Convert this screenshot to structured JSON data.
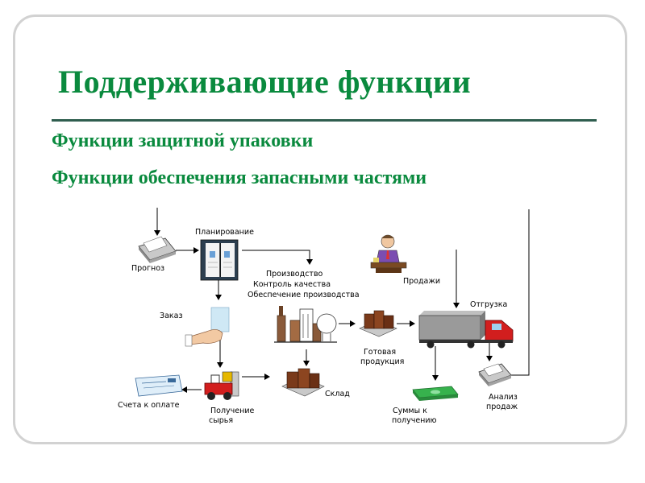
{
  "slide": {
    "title": "Поддерживающие функции",
    "bullets": [
      "Функции защитной упаковки",
      "Функции обеспечения запасными частями"
    ]
  },
  "diagram": {
    "labels": {
      "forecast": "Прогноз",
      "planning": "Планирование",
      "production_1": "Производство",
      "production_2": "Контроль качества",
      "production_3": "Обеспечение производства",
      "sales": "Продажи",
      "shipment": "Отгрузка",
      "order": "Заказ",
      "finished_1": "Готовая",
      "finished_2": "продукция",
      "warehouse": "Склад",
      "invoices": "Счета к оплате",
      "raw_1": "Получение",
      "raw_2": "сырья",
      "sums_1": "Суммы к",
      "sums_2": "получению",
      "analysis_1": "Анализ",
      "analysis_2": "продаж"
    }
  },
  "colors": {
    "title": "#0a8a3e",
    "rule": "#2f5e4f",
    "frame": "#d2d2d2"
  }
}
